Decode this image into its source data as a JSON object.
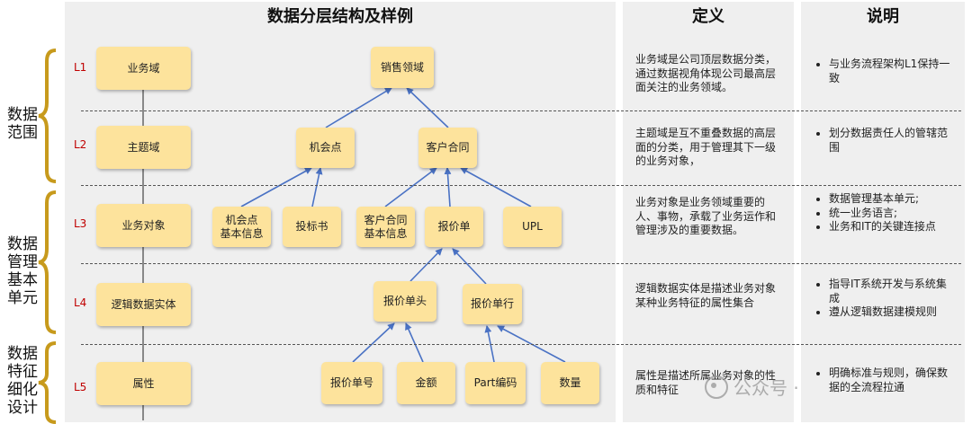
{
  "headers": {
    "diagram": "数据分层结构及样例",
    "definition": "定义",
    "explanation": "说明"
  },
  "sidebar": {
    "data_scope": "数据范围",
    "data_mgmt_unit": "数据管理基本单元",
    "data_feature": "数据特征细化设计"
  },
  "levels": {
    "l1": {
      "code": "L1",
      "name": "业务域"
    },
    "l2": {
      "code": "L2",
      "name": "主题域"
    },
    "l3": {
      "code": "L3",
      "name": "业务对象"
    },
    "l4": {
      "code": "L4",
      "name": "逻辑数据实体"
    },
    "l5": {
      "code": "L5",
      "name": "属性"
    }
  },
  "nodes": {
    "sales_domain": "销售领域",
    "opportunity": "机会点",
    "customer_contract": "客户合同",
    "opp_basic_info": "机会点\n基本信息",
    "bid": "投标书",
    "contract_basic_info": "客户合同\n基本信息",
    "quote": "报价单",
    "upl": "UPL",
    "quote_header": "报价单头",
    "quote_line": "报价单行",
    "quote_number": "报价单号",
    "amount": "金额",
    "part_code": "Part编码",
    "quantity": "数量"
  },
  "definitions": {
    "l1": "业务域是公司顶层数据分类，通过数据视角体现公司最高层面关注的业务领域。",
    "l2": "主题域是互不重叠数据的高层面的分类，用于管理其下一级的业务对象，",
    "l3": "业务对象是业务领域重要的人、事物，承载了业务运作和管理涉及的重要数据。",
    "l4": "逻辑数据实体是描述业务对象某种业务特征的属性集合",
    "l5": "属性是描述所属业务对象的性质和特征"
  },
  "notes": {
    "l1": [
      "与业务流程架构L1保持一致"
    ],
    "l2": [
      "划分数据责任人的管辖范围"
    ],
    "l3": [
      "数据管理基本单元;",
      "统一业务语言;",
      "业务和IT的关键连接点"
    ],
    "l4": [
      "指导IT系统开发与系统集成",
      "遵从逻辑数据建模规则"
    ],
    "l5": [
      "明确标准与规则，确保数据的全流程拉通"
    ]
  },
  "watermark": "公众号 ·",
  "colors": {
    "box_fill": "#fde39c",
    "level_code": "#c00000",
    "arrow": "#4a72c4",
    "brace": "#c79a1c",
    "panel": "#efefef"
  }
}
